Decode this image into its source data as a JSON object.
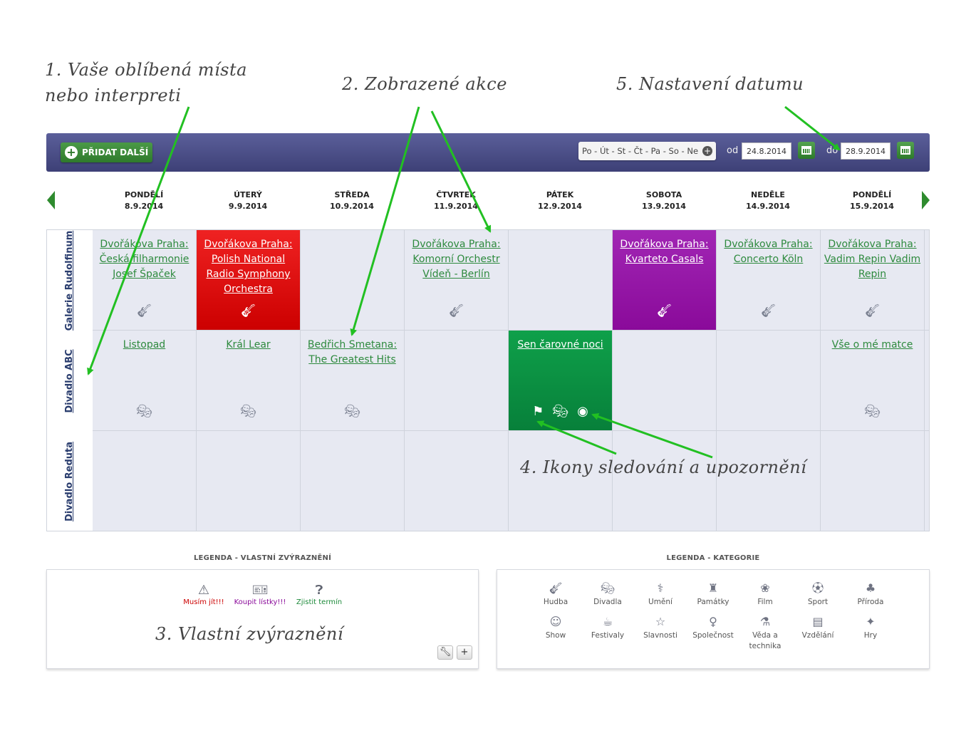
{
  "annotations": {
    "a1_line1": "1. Vaše oblíbená místa",
    "a1_line2": "nebo interpreti",
    "a2": "2. Zobrazené akce",
    "a3": "3. Vlastní zvýraznění",
    "a4": "4. Ikony sledování a upozornění",
    "a5": "5. Nastavení datumu"
  },
  "toolbar": {
    "add_label": "PŘIDAT DALŠÍ",
    "days_label": "Po - Út - St - Čt - Pa - So - Ne",
    "from_label": "od",
    "from_date": "24.8.2014",
    "to_label": "do",
    "to_date": "28.9.2014"
  },
  "days": [
    {
      "name": "PONDĚLÍ",
      "date": "8.9.2014"
    },
    {
      "name": "ÚTERÝ",
      "date": "9.9.2014"
    },
    {
      "name": "STŘEDA",
      "date": "10.9.2014"
    },
    {
      "name": "ČTVRTEK",
      "date": "11.9.2014"
    },
    {
      "name": "PÁTEK",
      "date": "12.9.2014"
    },
    {
      "name": "SOBOTA",
      "date": "13.9.2014"
    },
    {
      "name": "NEDĚLE",
      "date": "14.9.2014"
    },
    {
      "name": "PONDĚLÍ",
      "date": "15.9.2014"
    }
  ],
  "rows": [
    {
      "label": "Galerie Rudolfinum"
    },
    {
      "label": "Divadlo ABC"
    },
    {
      "label": "Divadlo Reduta"
    }
  ],
  "events": {
    "r0c0": "Dvořákova Praha: Česká filharmonie Josef Špaček",
    "r0c1": "Dvořákova Praha: Polish National Radio Symphony Orchestra",
    "r0c3": "Dvořákova Praha: Komorní Orchestr Vídeň - Berlín",
    "r0c5": "Dvořákova Praha: Kvarteto Casals",
    "r0c6": "Dvořákova Praha: Concerto Köln",
    "r0c7": "Dvořákova Praha: Vadim Repin Vadim Repin",
    "r1c0": "Listopad",
    "r1c1": "Král Lear",
    "r1c2": "Bedřich Smetana: The Greatest Hits",
    "r1c4": "Sen čarovné noci",
    "r1c7": "Vše o mé matce"
  },
  "legend_custom": {
    "title": "LEGENDA - VLASTNÍ ZVÝRAZNĚNÍ",
    "items": [
      {
        "label": "Musím jít!!!",
        "icon": "warning-icon",
        "color": "#cc0000"
      },
      {
        "label": "Koupit lístky!!!",
        "icon": "ticket-icon",
        "color": "#8a0a9a"
      },
      {
        "label": "Zjistit termín",
        "icon": "question-icon",
        "color": "#1d8a3a"
      }
    ]
  },
  "legend_categories": {
    "title": "LEGENDA - KATEGORIE",
    "items": [
      {
        "label": "Hudba",
        "icon": "guitar-icon"
      },
      {
        "label": "Divadla",
        "icon": "theater-masks-icon"
      },
      {
        "label": "Umění",
        "icon": "lyre-icon"
      },
      {
        "label": "Památky",
        "icon": "castle-icon"
      },
      {
        "label": "Film",
        "icon": "film-reel-icon"
      },
      {
        "label": "Sport",
        "icon": "ball-icon"
      },
      {
        "label": "Příroda",
        "icon": "clover-icon"
      },
      {
        "label": "Show",
        "icon": "clown-icon"
      },
      {
        "label": "Festivaly",
        "icon": "beer-icon"
      },
      {
        "label": "Slavnosti",
        "icon": "toast-icon"
      },
      {
        "label": "Společnost",
        "icon": "people-icon"
      },
      {
        "label": "Věda a technika",
        "icon": "microscope-icon"
      },
      {
        "label": "Vzdělání",
        "icon": "books-icon"
      },
      {
        "label": "Hry",
        "icon": "puzzle-icon"
      }
    ]
  }
}
